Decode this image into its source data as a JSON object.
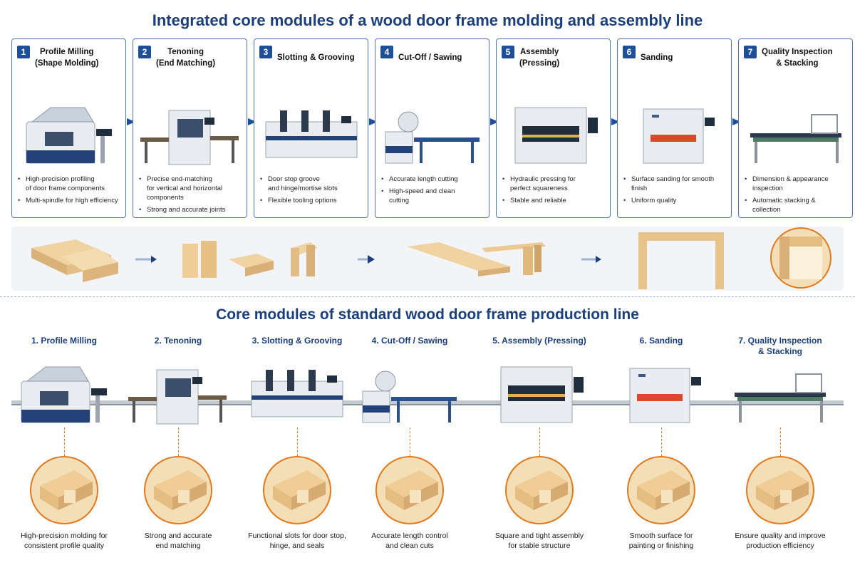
{
  "top_title": "Integrated core modules of a wood door frame molding and assembly line",
  "modules": [
    {
      "num": "1",
      "name": "Profile Milling\n(Shape Molding)",
      "bullets": [
        "High-precision profiling\nof door frame components",
        "Multi-spindle for high efficiency"
      ]
    },
    {
      "num": "2",
      "name": "Tenoning\n(End Matching)",
      "bullets": [
        "Precise end-matching\nfor vertical and horizontal\ncomponents",
        "Strong and accurate joints"
      ]
    },
    {
      "num": "3",
      "name": "Slotting & Grooving",
      "bullets": [
        "Door stop groove\nand hinge/mortise slots",
        "Flexible tooling options"
      ]
    },
    {
      "num": "4",
      "name": "Cut-Off / Sawing",
      "bullets": [
        "Accurate length cutting",
        "High-speed and clean\ncutting"
      ]
    },
    {
      "num": "5",
      "name": "Assembly\n(Pressing)",
      "bullets": [
        "Hydraulic pressing for\nperfect squareness",
        "Stable and reliable"
      ]
    },
    {
      "num": "6",
      "name": "Sanding",
      "bullets": [
        "Surface sanding for smooth\nfinish",
        "Uniform quality"
      ]
    },
    {
      "num": "7",
      "name": "Quality Inspection\n& Stacking",
      "bullets": [
        "Dimension & appearance\ninspection",
        "Automatic stacking &\ncollection"
      ]
    }
  ],
  "bottom_title": "Core modules of standard wood door frame production line",
  "stations": [
    {
      "label": "1. Profile Milling",
      "caption": "High-precision molding for\nconsistent profile quality"
    },
    {
      "label": "2. Tenoning",
      "caption": "Strong and accurate\nend matching"
    },
    {
      "label": "3. Slotting & Grooving",
      "caption": "Functional slots for door stop,\nhinge, and seals"
    },
    {
      "label": "4. Cut-Off / Sawing",
      "caption": "Accurate length control\nand clean cuts"
    },
    {
      "label": "5. Assembly (Pressing)",
      "caption": "Square and tight assembly\nfor stable structure"
    },
    {
      "label": "6. Sanding",
      "caption": "Smooth surface for\npainting or finishing"
    },
    {
      "label": "7. Quality Inspection\n& Stacking",
      "caption": "Ensure quality and improve\nproduction efficiency"
    }
  ],
  "colors": {
    "navy": "#1b3f7a",
    "badge": "#1e4f9a",
    "accent_orange": "#e07a1f",
    "wood": "#e9c98f",
    "machine_body": "#e9edf2",
    "machine_base": "#24427a",
    "press_red": "#d84a2a"
  }
}
